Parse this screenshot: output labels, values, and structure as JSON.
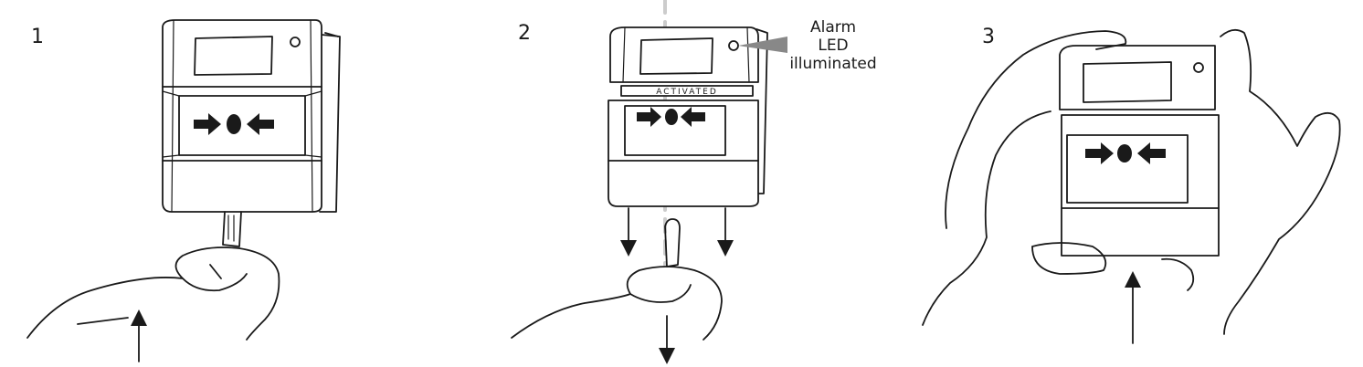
{
  "steps": [
    {
      "number": "1"
    },
    {
      "number": "2",
      "device_label": "ACTIVATED",
      "callout": [
        "Alarm",
        "LED",
        "illuminated"
      ]
    },
    {
      "number": "3"
    }
  ],
  "colors": {
    "line": "#1a1a1a",
    "callout_pointer": "#888888",
    "divider": "#cccccc"
  }
}
